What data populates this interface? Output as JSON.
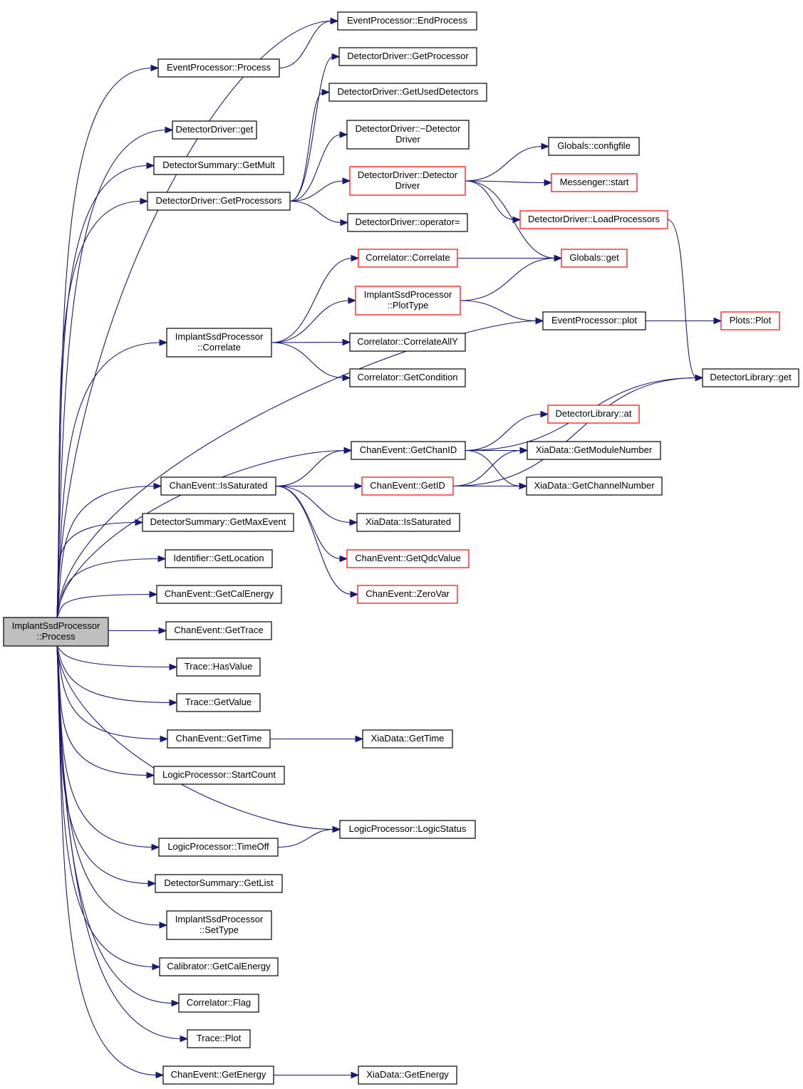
{
  "diagram": {
    "colors": {
      "edge": "#191970",
      "border_normal": "#000000",
      "border_truncated": "#ff0000",
      "root_fill": "#bfbfbf"
    },
    "nodes": [
      {
        "id": "root",
        "lines": [
          "ImplantSsdProcessor",
          "::Process"
        ],
        "style": "root"
      },
      {
        "id": "ep_end",
        "lines": [
          "EventProcessor::EndProcess"
        ],
        "style": "normal"
      },
      {
        "id": "ep_process",
        "lines": [
          "EventProcessor::Process"
        ],
        "style": "normal"
      },
      {
        "id": "dd_getproc",
        "lines": [
          "DetectorDriver::GetProcessor"
        ],
        "style": "normal"
      },
      {
        "id": "dd_getused",
        "lines": [
          "DetectorDriver::GetUsedDetectors"
        ],
        "style": "normal"
      },
      {
        "id": "dd_get",
        "lines": [
          "DetectorDriver::get"
        ],
        "style": "normal"
      },
      {
        "id": "dd_dtor",
        "lines": [
          "DetectorDriver::~Detector",
          "Driver"
        ],
        "style": "normal"
      },
      {
        "id": "ds_getmult",
        "lines": [
          "DetectorSummary::GetMult"
        ],
        "style": "normal"
      },
      {
        "id": "g_configfile",
        "lines": [
          "Globals::configfile"
        ],
        "style": "normal"
      },
      {
        "id": "dd_ctor",
        "lines": [
          "DetectorDriver::Detector",
          "Driver"
        ],
        "style": "truncated"
      },
      {
        "id": "dd_getprocs",
        "lines": [
          "DetectorDriver::GetProcessors"
        ],
        "style": "normal"
      },
      {
        "id": "msg_start",
        "lines": [
          "Messenger::start"
        ],
        "style": "truncated"
      },
      {
        "id": "dd_loadprocs",
        "lines": [
          "DetectorDriver::LoadProcessors"
        ],
        "style": "truncated"
      },
      {
        "id": "dd_opeq",
        "lines": [
          "DetectorDriver::operator="
        ],
        "style": "normal"
      },
      {
        "id": "corr_correlate",
        "lines": [
          "Correlator::Correlate"
        ],
        "style": "truncated"
      },
      {
        "id": "g_get",
        "lines": [
          "Globals::get"
        ],
        "style": "truncated"
      },
      {
        "id": "isp_plottype",
        "lines": [
          "ImplantSsdProcessor",
          "::PlotType"
        ],
        "style": "truncated"
      },
      {
        "id": "isp_correlate",
        "lines": [
          "ImplantSsdProcessor",
          "::Correlate"
        ],
        "style": "normal"
      },
      {
        "id": "ep_plot",
        "lines": [
          "EventProcessor::plot"
        ],
        "style": "normal"
      },
      {
        "id": "plots_plot",
        "lines": [
          "Plots::Plot"
        ],
        "style": "truncated"
      },
      {
        "id": "corr_allY",
        "lines": [
          "Correlator::CorrelateAllY"
        ],
        "style": "normal"
      },
      {
        "id": "corr_getcond",
        "lines": [
          "Correlator::GetCondition"
        ],
        "style": "normal"
      },
      {
        "id": "dl_get",
        "lines": [
          "DetectorLibrary::get"
        ],
        "style": "normal"
      },
      {
        "id": "dl_at",
        "lines": [
          "DetectorLibrary::at"
        ],
        "style": "truncated"
      },
      {
        "id": "ce_getchanid",
        "lines": [
          "ChanEvent::GetChanID"
        ],
        "style": "normal"
      },
      {
        "id": "xia_getmodnum",
        "lines": [
          "XiaData::GetModuleNumber"
        ],
        "style": "normal"
      },
      {
        "id": "ce_issat",
        "lines": [
          "ChanEvent::IsSaturated"
        ],
        "style": "normal"
      },
      {
        "id": "ce_getid",
        "lines": [
          "ChanEvent::GetID"
        ],
        "style": "truncated"
      },
      {
        "id": "xia_getchannum",
        "lines": [
          "XiaData::GetChannelNumber"
        ],
        "style": "normal"
      },
      {
        "id": "ds_getmaxevent",
        "lines": [
          "DetectorSummary::GetMaxEvent"
        ],
        "style": "normal"
      },
      {
        "id": "xia_issat",
        "lines": [
          "XiaData::IsSaturated"
        ],
        "style": "normal"
      },
      {
        "id": "id_getloc",
        "lines": [
          "Identifier::GetLocation"
        ],
        "style": "normal"
      },
      {
        "id": "ce_getqdc",
        "lines": [
          "ChanEvent::GetQdcValue"
        ],
        "style": "truncated"
      },
      {
        "id": "ce_getcalenergy",
        "lines": [
          "ChanEvent::GetCalEnergy"
        ],
        "style": "normal"
      },
      {
        "id": "ce_zerovar",
        "lines": [
          "ChanEvent::ZeroVar"
        ],
        "style": "truncated"
      },
      {
        "id": "ce_gettrace",
        "lines": [
          "ChanEvent::GetTrace"
        ],
        "style": "normal"
      },
      {
        "id": "tr_hasvalue",
        "lines": [
          "Trace::HasValue"
        ],
        "style": "normal"
      },
      {
        "id": "tr_getvalue",
        "lines": [
          "Trace::GetValue"
        ],
        "style": "normal"
      },
      {
        "id": "ce_gettime",
        "lines": [
          "ChanEvent::GetTime"
        ],
        "style": "normal"
      },
      {
        "id": "xia_gettime",
        "lines": [
          "XiaData::GetTime"
        ],
        "style": "normal"
      },
      {
        "id": "lp_startcount",
        "lines": [
          "LogicProcessor::StartCount"
        ],
        "style": "normal"
      },
      {
        "id": "lp_logicstatus",
        "lines": [
          "LogicProcessor::LogicStatus"
        ],
        "style": "normal"
      },
      {
        "id": "lp_timeoff",
        "lines": [
          "LogicProcessor::TimeOff"
        ],
        "style": "normal"
      },
      {
        "id": "ds_getlist",
        "lines": [
          "DetectorSummary::GetList"
        ],
        "style": "normal"
      },
      {
        "id": "isp_settype",
        "lines": [
          "ImplantSsdProcessor",
          "::SetType"
        ],
        "style": "normal"
      },
      {
        "id": "cal_getcalenergy",
        "lines": [
          "Calibrator::GetCalEnergy"
        ],
        "style": "normal"
      },
      {
        "id": "corr_flag",
        "lines": [
          "Correlator::Flag"
        ],
        "style": "normal"
      },
      {
        "id": "tr_plot",
        "lines": [
          "Trace::Plot"
        ],
        "style": "normal"
      },
      {
        "id": "ce_getenergy",
        "lines": [
          "ChanEvent::GetEnergy"
        ],
        "style": "normal"
      },
      {
        "id": "xia_getenergy",
        "lines": [
          "XiaData::GetEnergy"
        ],
        "style": "normal"
      }
    ],
    "edges": [
      [
        "root",
        "ep_end"
      ],
      [
        "root",
        "ep_process"
      ],
      [
        "ep_process",
        "ep_end"
      ],
      [
        "root",
        "dd_get"
      ],
      [
        "root",
        "ds_getmult"
      ],
      [
        "root",
        "dd_getprocs"
      ],
      [
        "dd_getprocs",
        "dd_getproc"
      ],
      [
        "dd_getprocs",
        "dd_getused"
      ],
      [
        "dd_getprocs",
        "dd_dtor"
      ],
      [
        "dd_getprocs",
        "dd_ctor"
      ],
      [
        "dd_getprocs",
        "dd_opeq"
      ],
      [
        "dd_ctor",
        "g_configfile"
      ],
      [
        "dd_ctor",
        "msg_start"
      ],
      [
        "dd_ctor",
        "dd_loadprocs"
      ],
      [
        "dd_ctor",
        "g_get"
      ],
      [
        "dd_loadprocs",
        "dl_get"
      ],
      [
        "root",
        "isp_correlate"
      ],
      [
        "isp_correlate",
        "corr_correlate"
      ],
      [
        "isp_correlate",
        "isp_plottype"
      ],
      [
        "isp_correlate",
        "corr_allY"
      ],
      [
        "isp_correlate",
        "corr_getcond"
      ],
      [
        "corr_correlate",
        "g_get"
      ],
      [
        "isp_plottype",
        "g_get"
      ],
      [
        "isp_plottype",
        "ep_plot"
      ],
      [
        "ep_plot",
        "plots_plot"
      ],
      [
        "root",
        "ep_plot"
      ],
      [
        "root",
        "ce_getchanid"
      ],
      [
        "ce_getchanid",
        "dl_get"
      ],
      [
        "ce_getchanid",
        "dl_at"
      ],
      [
        "ce_getchanid",
        "xia_getmodnum"
      ],
      [
        "ce_getchanid",
        "xia_getchannum"
      ],
      [
        "root",
        "ce_issat"
      ],
      [
        "ce_issat",
        "ce_getchanid"
      ],
      [
        "ce_issat",
        "ce_getid"
      ],
      [
        "ce_issat",
        "xia_issat"
      ],
      [
        "ce_issat",
        "ce_getqdc"
      ],
      [
        "ce_issat",
        "ce_zerovar"
      ],
      [
        "ce_getid",
        "xia_getmodnum"
      ],
      [
        "ce_getid",
        "xia_getchannum"
      ],
      [
        "ce_getid",
        "dl_get"
      ],
      [
        "root",
        "ds_getmaxevent"
      ],
      [
        "root",
        "id_getloc"
      ],
      [
        "root",
        "ce_getcalenergy"
      ],
      [
        "root",
        "ce_gettrace"
      ],
      [
        "root",
        "tr_hasvalue"
      ],
      [
        "root",
        "tr_getvalue"
      ],
      [
        "root",
        "ce_gettime"
      ],
      [
        "ce_gettime",
        "xia_gettime"
      ],
      [
        "root",
        "lp_startcount"
      ],
      [
        "root",
        "lp_logicstatus"
      ],
      [
        "root",
        "lp_timeoff"
      ],
      [
        "lp_timeoff",
        "lp_logicstatus"
      ],
      [
        "root",
        "ds_getlist"
      ],
      [
        "root",
        "isp_settype"
      ],
      [
        "root",
        "cal_getcalenergy"
      ],
      [
        "root",
        "corr_flag"
      ],
      [
        "root",
        "tr_plot"
      ],
      [
        "root",
        "ce_getenergy"
      ],
      [
        "ce_getenergy",
        "xia_getenergy"
      ]
    ]
  }
}
